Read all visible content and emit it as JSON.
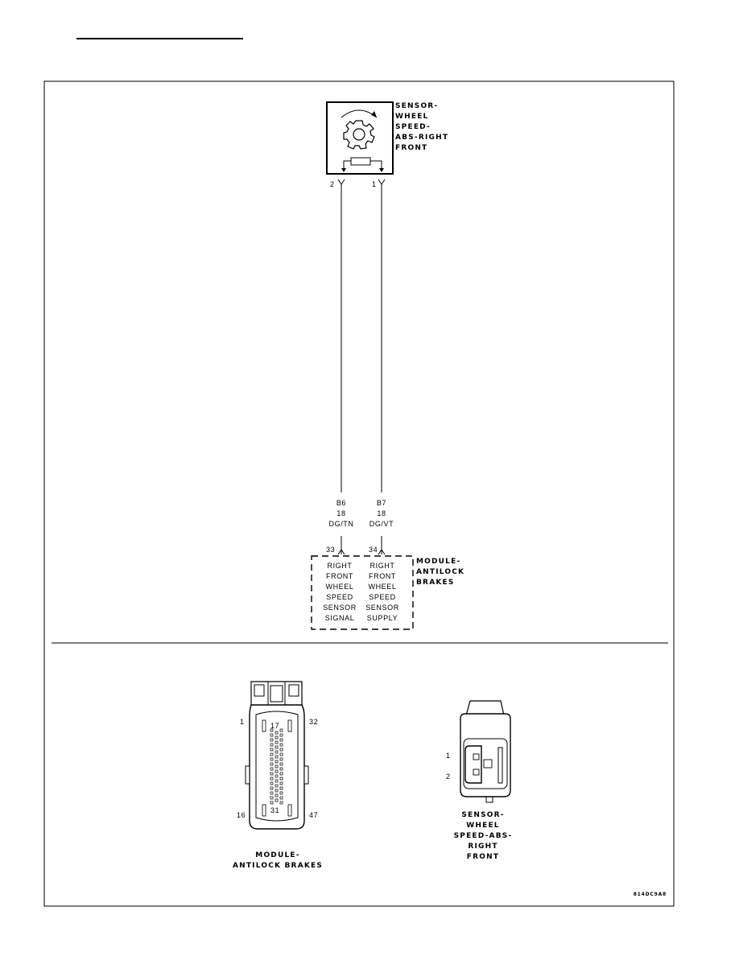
{
  "header_rule": "",
  "sensor": {
    "title_lines": [
      "SENSOR-",
      "WHEEL",
      "SPEED-",
      "ABS-RIGHT",
      "FRONT"
    ],
    "pin_left": "2",
    "pin_right": "1"
  },
  "wires": [
    {
      "circuit": "B6",
      "gauge": "18",
      "color": "DG/TN"
    },
    {
      "circuit": "B7",
      "gauge": "18",
      "color": "DG/VT"
    }
  ],
  "module": {
    "title_lines": [
      "MODULE-",
      "ANTILOCK",
      "BRAKES"
    ],
    "pins": [
      "33",
      "34"
    ],
    "functions": [
      [
        "RIGHT",
        "FRONT",
        "WHEEL",
        "SPEED",
        "SENSOR",
        "SIGNAL"
      ],
      [
        "RIGHT",
        "FRONT",
        "WHEEL",
        "SPEED",
        "SENSOR",
        "SUPPLY"
      ]
    ]
  },
  "connector_module": {
    "pin_labels": {
      "top_left": "1",
      "top_right": "32",
      "bottom_left": "16",
      "bottom_right": "47",
      "inner_top": "17",
      "inner_bottom": "31"
    },
    "caption_lines": [
      "MODULE-",
      "ANTILOCK BRAKES"
    ]
  },
  "connector_sensor": {
    "pin_labels": {
      "pin1": "1",
      "pin2": "2"
    },
    "caption_lines": [
      "SENSOR-",
      "WHEEL",
      "SPEED-ABS-",
      "RIGHT",
      "FRONT"
    ]
  },
  "figure_id": "814DC9A8"
}
